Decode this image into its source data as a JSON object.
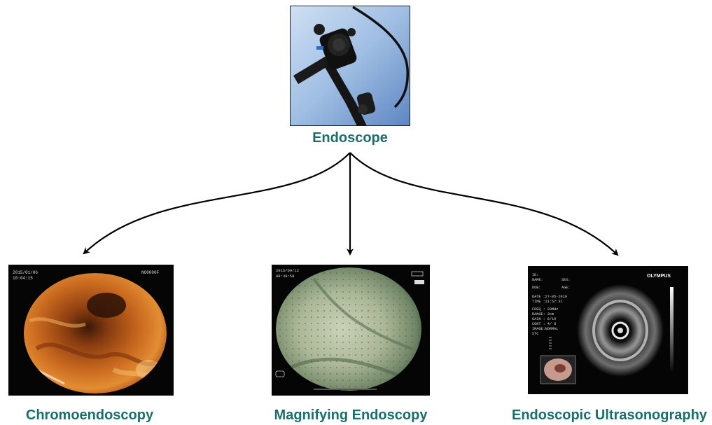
{
  "colors": {
    "label": "#1a6f6b",
    "arrow": "#000000",
    "screen": "#050505"
  },
  "root": {
    "label": "Endoscope",
    "image": "endoscope-device-photo"
  },
  "children": [
    {
      "label": "Chromoendoscopy",
      "image": "dyed-mucosa-endoscopic-view",
      "overlay": [
        "2015/01/06",
        "10:04:15",
        "NO0000F"
      ]
    },
    {
      "label": "Magnifying Endoscopy",
      "image": "magnified-mucosa-endoscopic-view",
      "overlay": [
        "2015/09/12",
        "09:39:58"
      ]
    },
    {
      "label": "Endoscopic Ultrasonography",
      "image": "ultrasound-scan-view",
      "overlay": {
        "brand": "OLYMPUS",
        "lines": [
          "ID:",
          "NAME:",
          "DOB:",
          "DATE :27-05-2019",
          "TIME :11:57:31",
          "FREQ :  20MHz",
          "RANGE: 3cm",
          "GAIN : 8/19",
          "CONT : 4/ 8",
          "IMAGE:NORMAL",
          "STC"
        ],
        "side": [
          "SEX:",
          "AGE:"
        ]
      }
    }
  ]
}
